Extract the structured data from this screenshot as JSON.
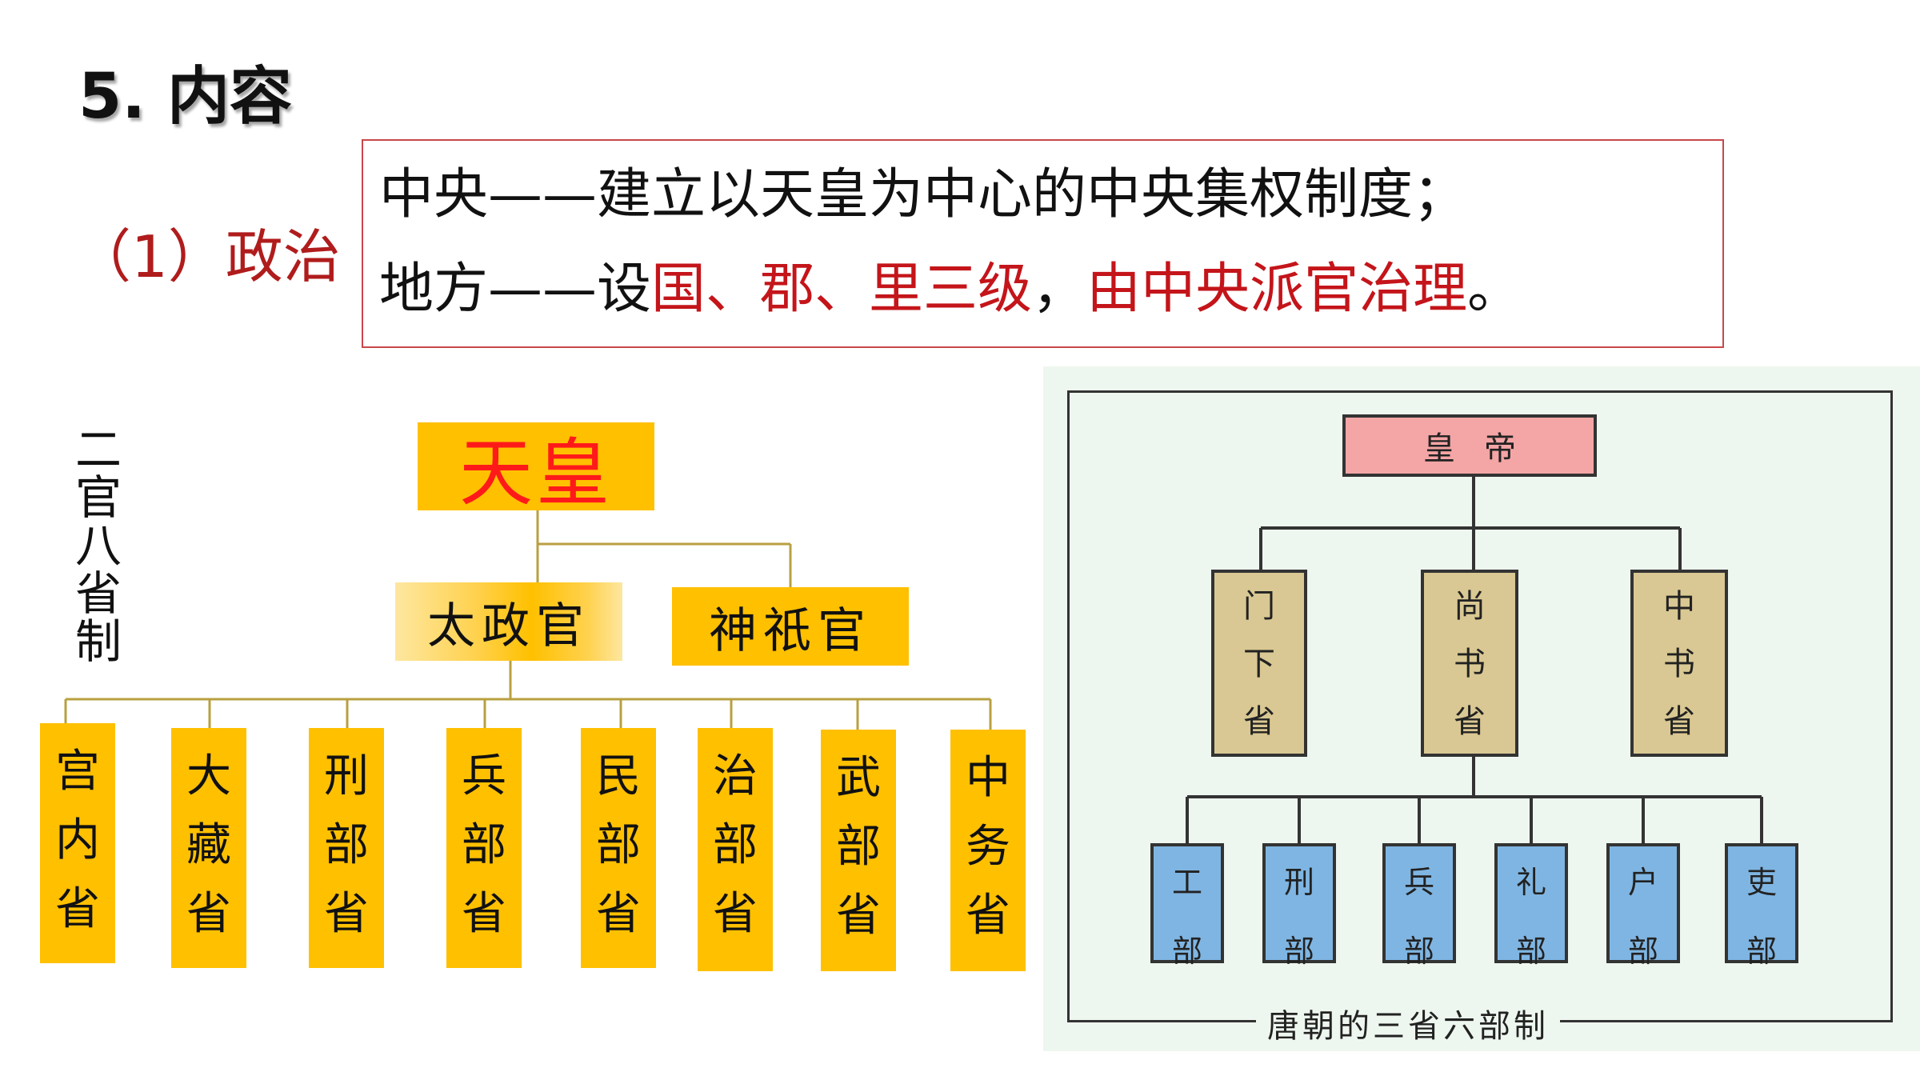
{
  "heading": "5. 内容",
  "section": {
    "label": "（1）政治"
  },
  "info": {
    "line1": {
      "a": "中央",
      "dash": "——",
      "b": "建立以天皇为中心的中央集权制度；"
    },
    "line2": {
      "a": "地方",
      "dash": "——",
      "b": "设",
      "c": "国、郡、里三级",
      "d": "，",
      "e": "由中央派官治理",
      "f": "。"
    }
  },
  "japan": {
    "side_label": [
      "二",
      "官",
      "八",
      "省",
      "制"
    ],
    "emperor": "天皇",
    "departments": [
      "太政官",
      "神祇官"
    ],
    "ministries": [
      [
        "宫",
        "内",
        "省"
      ],
      [
        "大",
        "藏",
        "省"
      ],
      [
        "刑",
        "部",
        "省"
      ],
      [
        "兵",
        "部",
        "省"
      ],
      [
        "民",
        "部",
        "省"
      ],
      [
        "治",
        "部",
        "省"
      ],
      [
        "武",
        "部",
        "省"
      ],
      [
        "中",
        "务",
        "省"
      ]
    ]
  },
  "tang": {
    "emperor": "皇帝",
    "sheng": [
      [
        "门",
        "下",
        "省"
      ],
      [
        "尚",
        "书",
        "省"
      ],
      [
        "中",
        "书",
        "省"
      ]
    ],
    "bu": [
      [
        "工",
        "部"
      ],
      [
        "刑",
        "部"
      ],
      [
        "兵",
        "部"
      ],
      [
        "礼",
        "部"
      ],
      [
        "户",
        "部"
      ],
      [
        "吏",
        "部"
      ]
    ],
    "caption": "唐朝的三省六部制"
  },
  "colors": {
    "accent_red": "#c4151a",
    "box_yellow": "#ffc000",
    "tang_emperor": "#f4a5a5",
    "tang_sheng": "#d9c893",
    "tang_bu": "#7fb5e2"
  }
}
